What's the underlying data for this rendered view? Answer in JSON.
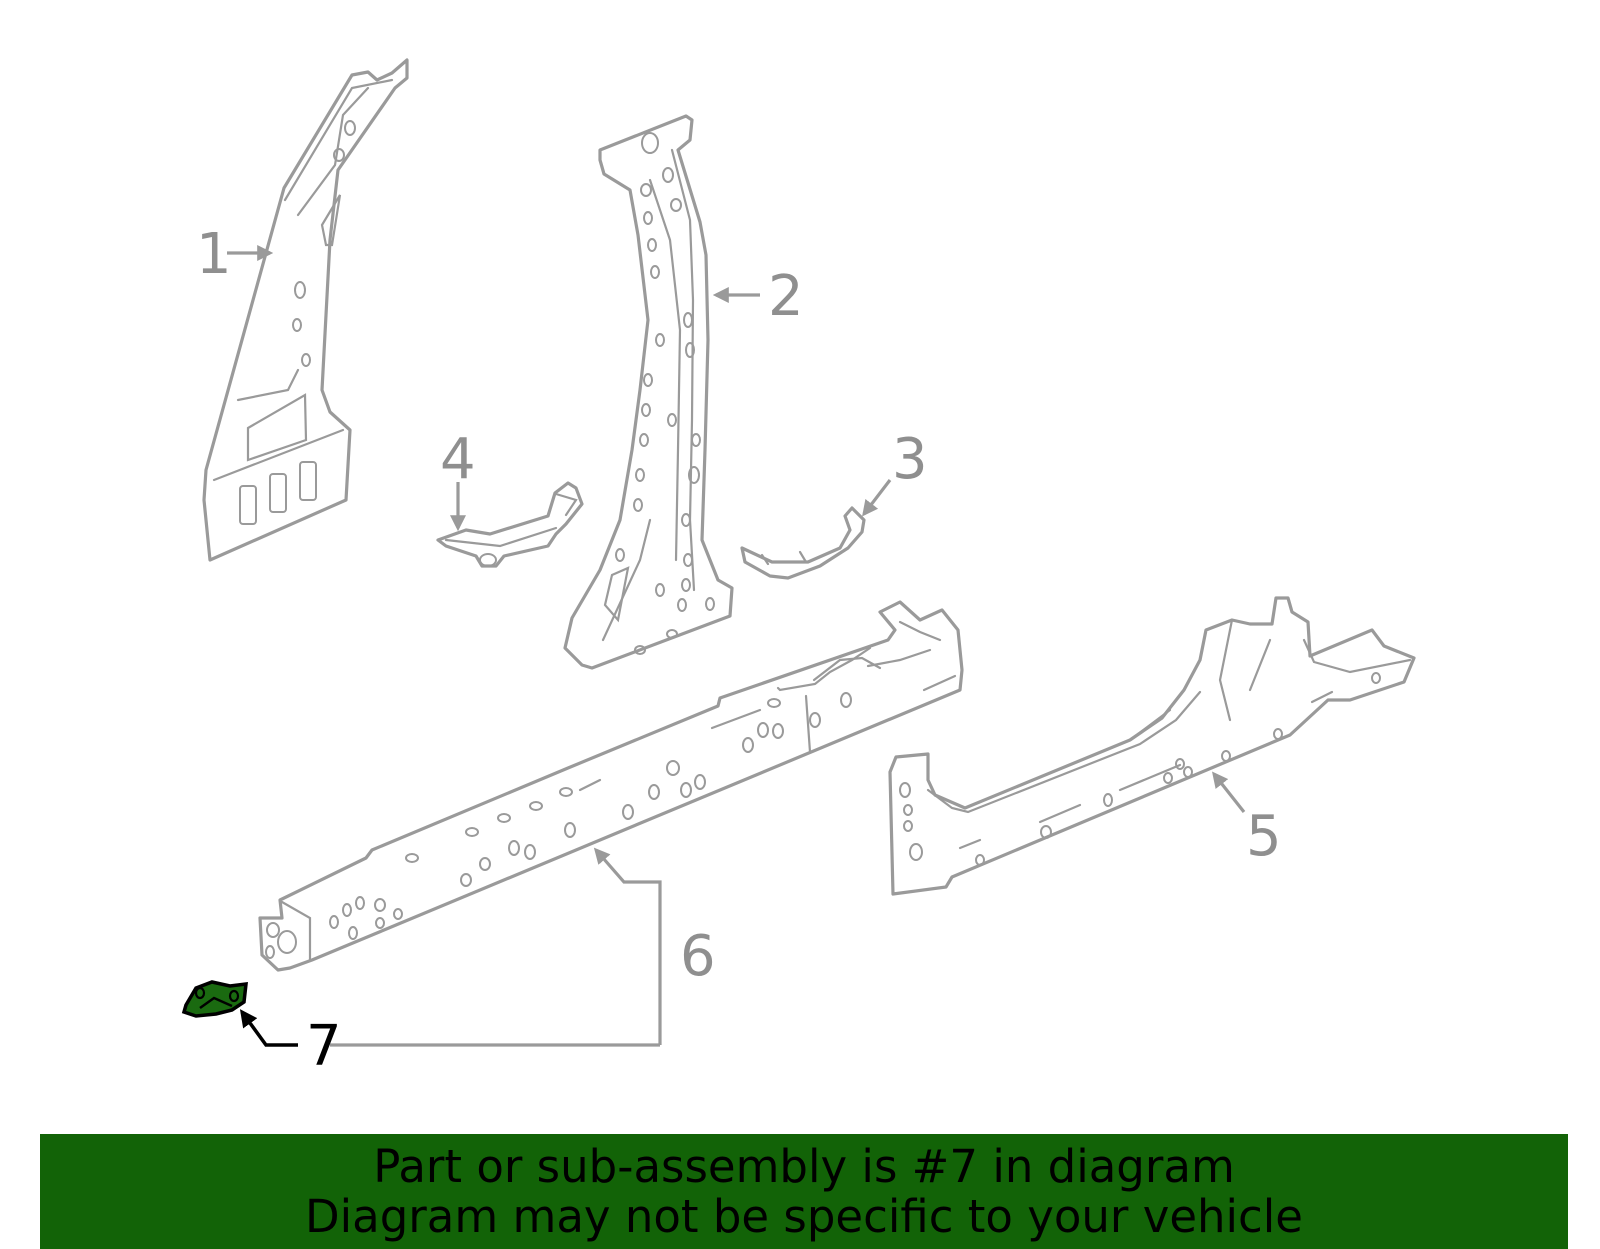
{
  "callouts": {
    "c1": "1",
    "c2": "2",
    "c3": "3",
    "c4": "4",
    "c5": "5",
    "c6": "6",
    "c7": "7"
  },
  "highlighted_part": "7",
  "highlight_color": "#126307",
  "banner": {
    "line1": "Part or sub-assembly is #7 in diagram",
    "line2": "Diagram may not be specific to your vehicle"
  }
}
